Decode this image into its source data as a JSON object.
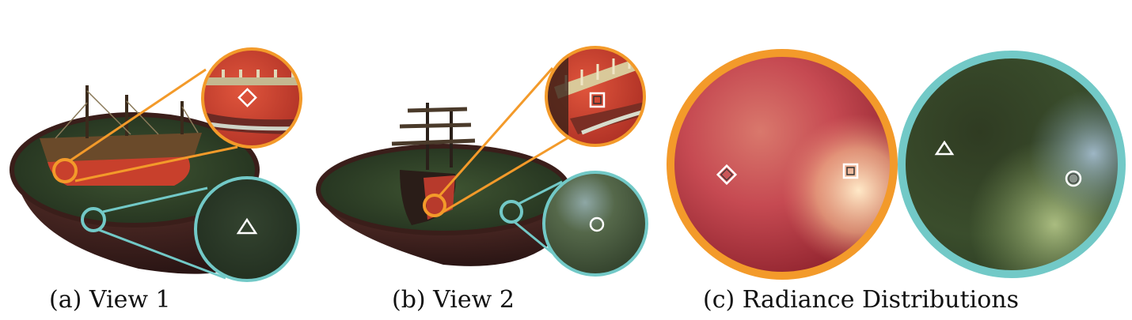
{
  "captions": {
    "a": "(a) View 1",
    "b": "(b) View 2",
    "c": "(c) Radiance Distributions"
  },
  "colors": {
    "orange": "#f39a2a",
    "teal": "#72c9c7",
    "hull_red": "#d8442e",
    "ocean_green": "#2f3f2a",
    "tub_brown": "#4b2320"
  },
  "markers": {
    "view1_ship": "diamond",
    "view1_sea": "triangle",
    "view2_ship": "square",
    "view2_sea": "circle"
  }
}
